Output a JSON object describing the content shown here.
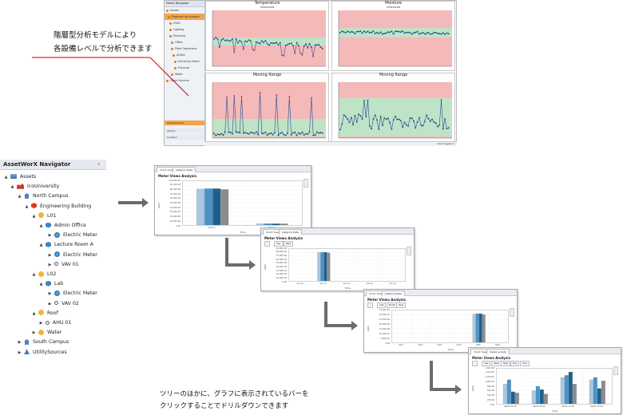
{
  "annotations": {
    "top_line1": "階層型分析モデルにより",
    "top_line2": "各設備レベルで分析できます",
    "bottom_line1": "ツリーのほかに、グラフに表示されているバーを",
    "bottom_line2": "クリックすることでドリルダウンできます"
  },
  "colors": {
    "accent_red": "#cc0000",
    "arrow_gray": "#6b6b6b",
    "bar_light": "#a8c8e4",
    "bar_mid": "#4b93c4",
    "bar_dark": "#1f5f8b",
    "bar_gray": "#8c8c8c",
    "zone_red": "#f4b9b9",
    "zone_green": "#bfe3c6"
  },
  "top_screenshot": {
    "tree_header": "Model Navigator",
    "tree_items": [
      "Assets",
      "Engineering Systems",
      "HVAC",
      "Lighting",
      "Electrical",
      "Office",
      "Plant Operations",
      "AHU01",
      "Electricity Meter",
      "Pressure",
      "Water",
      "Other Sources"
    ],
    "tree_bottom": [
      "Asset Sensors",
      "Alarms",
      "Location"
    ],
    "status_text": "User logged in",
    "panels": [
      {
        "title": "Temperature",
        "subtitle": "Individuals"
      },
      {
        "title": "Moisture",
        "subtitle": "Individuals"
      },
      {
        "title": "Moving Range",
        "subtitle": ""
      },
      {
        "title": "Moving Range",
        "subtitle": ""
      }
    ]
  },
  "navigator": {
    "title": "AssetWorX Navigator",
    "collapse_icon": "chevron-left",
    "nodes": [
      {
        "label": "Assets",
        "icon": "assets-icon",
        "level": 0,
        "toggle": "▲"
      },
      {
        "label": "IcoUniversity",
        "icon": "university-icon",
        "level": 1,
        "toggle": "▲"
      },
      {
        "label": "North Campus",
        "icon": "campus-icon",
        "level": 2,
        "toggle": "▲"
      },
      {
        "label": "Engineering Building",
        "icon": "building-icon",
        "level": 3,
        "toggle": "▲"
      },
      {
        "label": "L01",
        "icon": "floor-icon",
        "level": 4,
        "toggle": "▲"
      },
      {
        "label": "Admin Office",
        "icon": "room-icon",
        "level": 5,
        "toggle": "▲"
      },
      {
        "label": "Electric Meter",
        "icon": "meter-icon",
        "level": 6,
        "toggle": "▶"
      },
      {
        "label": "Lecture Room A",
        "icon": "room-icon",
        "level": 5,
        "toggle": "▲"
      },
      {
        "label": "Electric Meter",
        "icon": "meter-icon",
        "level": 6,
        "toggle": "▶"
      },
      {
        "label": "VAV 01",
        "icon": "vav-icon",
        "level": 6,
        "toggle": "▶"
      },
      {
        "label": "L02",
        "icon": "floor-icon",
        "level": 4,
        "toggle": "▲"
      },
      {
        "label": "Lab",
        "icon": "room-icon",
        "level": 5,
        "toggle": "▲"
      },
      {
        "label": "Electric Meter",
        "icon": "meter-icon",
        "level": 6,
        "toggle": "▶"
      },
      {
        "label": "VAV 02",
        "icon": "vav-icon",
        "level": 6,
        "toggle": "▶"
      },
      {
        "label": "Roof",
        "icon": "floor-icon",
        "level": 4,
        "toggle": "▲"
      },
      {
        "label": "AHU 01",
        "icon": "vav-icon",
        "level": 5,
        "toggle": "▶"
      },
      {
        "label": "Water",
        "icon": "floor-icon",
        "level": 4,
        "toggle": "▶"
      },
      {
        "label": "South Campus",
        "icon": "campus-icon",
        "level": 2,
        "toggle": "▶"
      },
      {
        "label": "UtilitySources",
        "icon": "utility-icon",
        "level": 2,
        "toggle": "▶"
      }
    ]
  },
  "drilldown": [
    {
      "tabs": [
        "Chart View",
        "Instance Data"
      ],
      "title": "Meter Views Analysis",
      "xlabel": "Time",
      "ylabel": "kWh",
      "yticks": [
        "100,000.00",
        "90,000.00",
        "80,000.00",
        "70,000.00",
        "60,000.00",
        "50,000.00",
        "40,000.00",
        "30,000.00",
        "20,000.00",
        "10,000.00",
        "0.00"
      ],
      "xticks": [
        "2013-1",
        "2014-1"
      ]
    },
    {
      "tabs": [
        "Chart View",
        "Instance Data"
      ],
      "title": "Meter Views Analysis",
      "buttons": [
        "‹",
        "Year",
        "Next"
      ],
      "xlabel": "Time",
      "ylabel": "kWh",
      "yticks": [
        "90,000.00",
        "80,000.00",
        "70,000.00",
        "60,000.00",
        "50,000.00",
        "40,000.00",
        "30,000.00",
        "20,000.00",
        "10,000.00",
        "0.00"
      ],
      "xticks": [
        "Q1 (2)",
        "Q2 (2)",
        "Q3 (2)",
        "Q4 (2)",
        "Q1 (3)"
      ]
    },
    {
      "tabs": [
        "Chart View",
        "Instance Data"
      ],
      "title": "Meter Views Analysis",
      "buttons": [
        "‹",
        "Last",
        "Month",
        "Next"
      ],
      "xlabel": "Time",
      "ylabel": "kWh",
      "yticks": [
        "35,000.00",
        "30,000.00",
        "25,000.00",
        "20,000.00",
        "15,000.00",
        "10,000.00",
        "5,000.00",
        "0.00"
      ],
      "xticks": [
        "4/01",
        "4/02",
        "4/03",
        "4/04",
        "4/05",
        "4/06"
      ]
    },
    {
      "tabs": [
        "Chart View",
        "Instance Data"
      ],
      "title": "Meter Views Analysis",
      "buttons": [
        "‹",
        "Last",
        "Week",
        "Next",
        "Day",
        "Hour"
      ],
      "xlabel": "Time",
      "ylabel": "kWh",
      "yticks": [
        "1,600.00",
        "1,400.00",
        "1,200.00",
        "1,000.00",
        "800.00",
        "600.00",
        "400.00",
        "200.00",
        "0.00"
      ],
      "xticks": [
        "04/05 00:00",
        "04/05 06:00",
        "04/05 12:00",
        "04/05 18:00"
      ]
    }
  ],
  "chart_data": [
    {
      "type": "bar",
      "title": "Meter Views Analysis",
      "xlabel": "Time",
      "ylabel": "kWh",
      "categories": [
        "2013-1",
        "2014-1"
      ],
      "series": [
        {
          "values": [
            82000,
            3000
          ]
        },
        {
          "values": [
            83000,
            3200
          ]
        },
        {
          "values": [
            83000,
            3100
          ]
        },
        {
          "values": [
            81000,
            2900
          ]
        }
      ],
      "ylim": [
        0,
        100000
      ]
    },
    {
      "type": "bar",
      "title": "Meter Views Analysis",
      "xlabel": "Time",
      "ylabel": "kWh",
      "categories": [
        "Q1 (2)",
        "Q2 (2)",
        "Q3 (2)",
        "Q4 (2)",
        "Q1 (3)"
      ],
      "series": [
        {
          "values": [
            0,
            80000,
            0,
            0,
            0
          ]
        },
        {
          "values": [
            0,
            81000,
            0,
            0,
            0
          ]
        },
        {
          "values": [
            0,
            81000,
            0,
            0,
            0
          ]
        },
        {
          "values": [
            0,
            79000,
            0,
            0,
            0
          ]
        }
      ],
      "ylim": [
        0,
        90000
      ]
    },
    {
      "type": "bar",
      "title": "Meter Views Analysis",
      "xlabel": "Time",
      "ylabel": "kWh",
      "categories": [
        "4/01",
        "4/02",
        "4/03",
        "4/04",
        "4/05",
        "4/06"
      ],
      "series": [
        {
          "values": [
            0,
            0,
            0,
            0,
            31000,
            0
          ]
        },
        {
          "values": [
            0,
            0,
            0,
            0,
            31500,
            0
          ]
        },
        {
          "values": [
            0,
            0,
            0,
            0,
            31500,
            0
          ]
        },
        {
          "values": [
            0,
            0,
            0,
            0,
            30500,
            0
          ]
        }
      ],
      "ylim": [
        0,
        35000
      ]
    },
    {
      "type": "bar",
      "title": "Meter Views Analysis",
      "xlabel": "Time",
      "ylabel": "kWh",
      "categories": [
        "04/05 00:00",
        "04/05 06:00",
        "04/05 12:00",
        "04/05 18:00"
      ],
      "series": [
        {
          "values": [
            900,
            600,
            1200,
            1100
          ]
        },
        {
          "values": [
            1100,
            800,
            1300,
            1200
          ]
        },
        {
          "values": [
            550,
            650,
            1450,
            700
          ]
        },
        {
          "values": [
            500,
            450,
            900,
            1050
          ]
        }
      ],
      "ylim": [
        0,
        1600
      ]
    }
  ]
}
